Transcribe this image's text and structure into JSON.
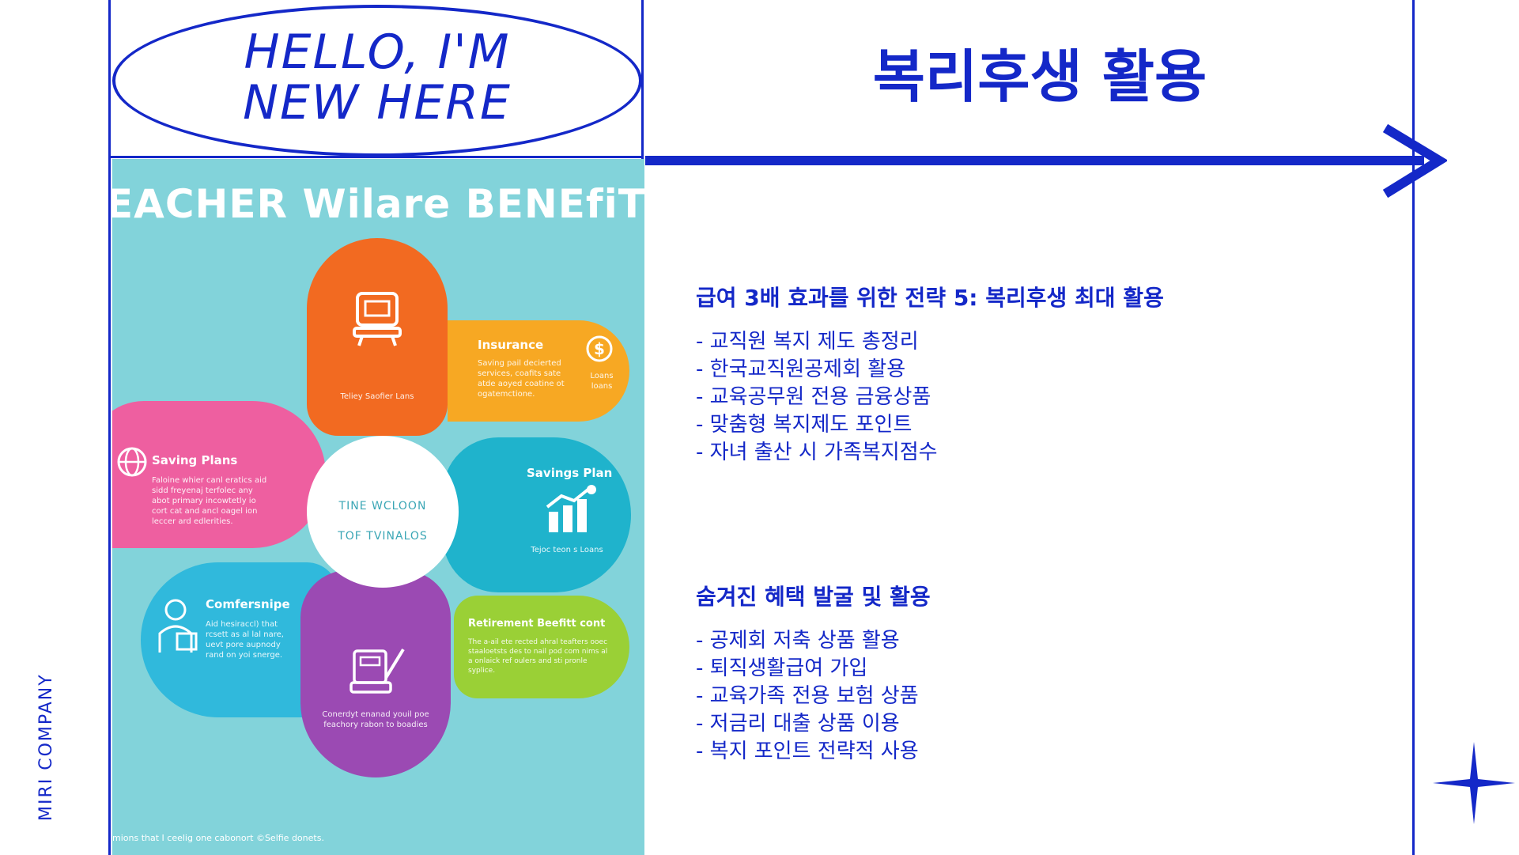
{
  "header": {
    "hello_text": "HELLO, I'M\nNEW HERE",
    "title": "복리후생 활용"
  },
  "brand": "MIRI COMPANY",
  "sections": [
    {
      "heading": "급여 3배 효과를 위한 전략 5: 복리후생 최대 활용",
      "items": [
        "- 교직원 복지 제도 총정리",
        "- 한국교직원공제회 활용",
        "- 교육공무원 전용 금융상품",
        "- 맞춤형 복지제도 포인트",
        "- 자녀 출산 시 가족복지점수"
      ]
    },
    {
      "heading": "숨겨진 혜택 발굴 및 활용",
      "items": [
        "- 공제회 저축 상품 활용",
        "- 퇴직생활급여 가입",
        "- 교육가족 전용 보험 상품",
        "- 저금리 대출 상품 이용",
        "- 복지 포인트 전략적 사용"
      ]
    }
  ],
  "infographic": {
    "title": "EACHER Wilare BENEfiTTE",
    "center_line1": "TINE WCLOON",
    "center_line2": "TOF TVINALOS",
    "petals": {
      "top": {
        "caption": "Teliey Saofier Lans"
      },
      "insurance": {
        "heading": "Insurance",
        "text": "Saving pail decierted services, coafits sate atde aoyed coatine ot ogatemctione.",
        "side": "Loans loans"
      },
      "saving_plans": {
        "heading": "Saving Plans",
        "text": "Faloine whier canl eratics aid sidd freyenaj terfolec any abot primary incowtetly io cort cat and ancl oagel ion leccer ard edlerities."
      },
      "savings_plan": {
        "heading": "Savings Plan",
        "caption": "Tejoc teon s Loans"
      },
      "comfersnipe": {
        "heading": "Comfersnipe",
        "text": "Aid hesiraccl) that rcsett as al lal nare, uevt pore aupnody rand on yoi snerge."
      },
      "retirement": {
        "heading": "Retirement Beefitt cont",
        "text": "The a-ail ete rected ahral teafters ooec staaloetsts des to nail pod com nims al a onlaick ref oulers and sti pronle syplice."
      },
      "bottom": {
        "caption": "Conerdyt enanad youil poe feachory rabon to boadies"
      }
    },
    "footer": "mions that I ceelig one cabonort ©Selfie donets."
  },
  "colors": {
    "accent": "#1428c8",
    "orange": "#f26a21",
    "amber": "#f7a823",
    "pink": "#ee5fa0",
    "cyan": "#1fb3cc",
    "sky": "#30b9dc",
    "purple": "#9b4ab3",
    "lime": "#9ad036",
    "teal_bg": "#82d3da"
  }
}
